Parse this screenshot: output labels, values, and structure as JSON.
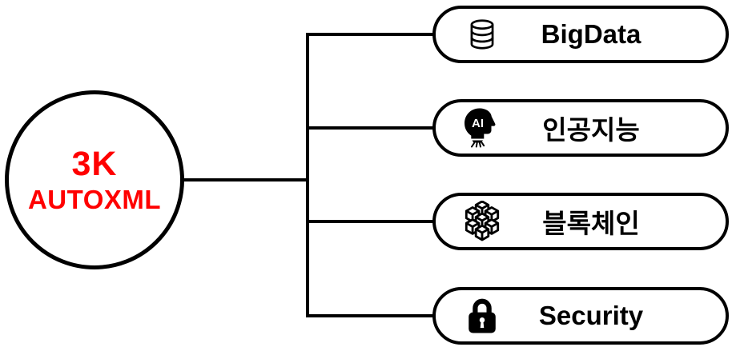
{
  "diagram": {
    "root": {
      "title": "3K",
      "subtitle": "AUTOXML"
    },
    "nodes": [
      {
        "label": "BigData",
        "icon": "database-icon"
      },
      {
        "label": "인공지능",
        "icon": "ai-head-icon"
      },
      {
        "label": "블록체인",
        "icon": "blockchain-cubes-icon"
      },
      {
        "label": "Security",
        "icon": "padlock-icon"
      }
    ],
    "colors": {
      "root_text": "#FF0000",
      "node_text": "#000000",
      "line": "#000000",
      "background": "#FFFFFF"
    }
  }
}
